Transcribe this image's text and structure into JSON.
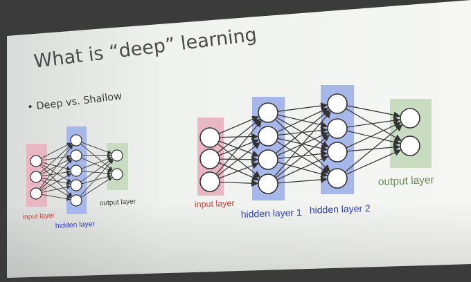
{
  "slide": {
    "title": "What is “deep” learning",
    "bullet": "• Deep vs. Shallow"
  },
  "shallow_network": {
    "input_label": "input layer",
    "hidden_label": "hidden layer",
    "output_label": "output layer"
  },
  "deep_network": {
    "input_label": "input layer",
    "hidden1_label": "hidden layer 1",
    "hidden2_label": "hidden layer 2",
    "output_label": "output layer"
  },
  "colors": {
    "input_box": "#e8b7c3",
    "hidden_box": "#a7b7ea",
    "output_box": "#c9dcc2",
    "input_label": "#c9443a",
    "hidden_label": "#2f3fb8",
    "output_label": "#6b8b5a",
    "text": "#3a3a3a",
    "slide_bg": "#f3f4f1"
  }
}
